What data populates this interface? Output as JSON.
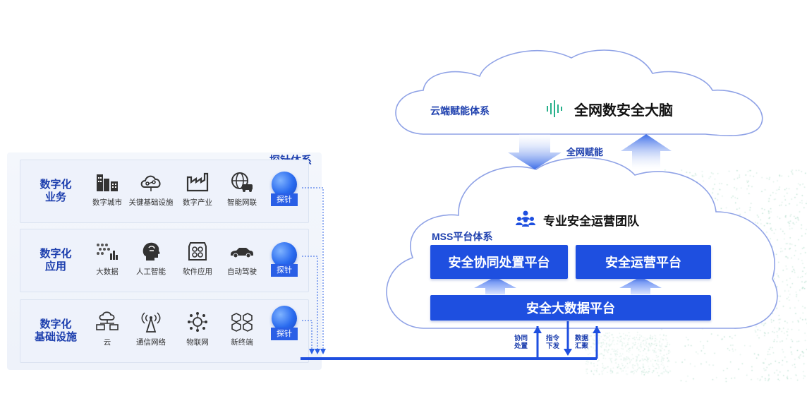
{
  "probe_system": {
    "title": "探针体系",
    "probe_tag": "探针"
  },
  "rows": [
    {
      "title": "数字化\n业务",
      "items": [
        {
          "label": "数字城市",
          "icon": "city-buildings-icon"
        },
        {
          "label": "关键基础设施",
          "icon": "cloud-network-icon"
        },
        {
          "label": "数字产业",
          "icon": "factory-icon"
        },
        {
          "label": "智能网联",
          "icon": "globe-car-icon"
        }
      ]
    },
    {
      "title": "数字化\n应用",
      "items": [
        {
          "label": "大数据",
          "icon": "big-data-icon"
        },
        {
          "label": "人工智能",
          "icon": "ai-head-icon"
        },
        {
          "label": "软件应用",
          "icon": "software-app-icon"
        },
        {
          "label": "自动驾驶",
          "icon": "car-icon"
        }
      ]
    },
    {
      "title": "数字化\n基础设施",
      "items": [
        {
          "label": "云",
          "icon": "cloud-computers-icon"
        },
        {
          "label": "通信网络",
          "icon": "signal-tower-icon"
        },
        {
          "label": "物联网",
          "icon": "iot-network-icon"
        },
        {
          "label": "新终端",
          "icon": "cubes-icon"
        }
      ]
    }
  ],
  "cloud_top": {
    "label": "云端赋能体系",
    "brain": "全网数安全大脑"
  },
  "empower_label": "全网赋能",
  "cloud_bottom": {
    "team": "专业安全运营团队",
    "mss_label": "MSS平台体系",
    "platform_left": "安全协同处置平台",
    "platform_right": "安全运营平台",
    "platform_bottom": "安全大数据平台"
  },
  "flow_labels": {
    "coordinate": "协同\n处置",
    "command": "指令\n下发",
    "collect": "数据\n汇聚"
  },
  "colors": {
    "primary_blue": "#1e4fe0",
    "title_blue": "#1d3fae",
    "cloud_outline": "#8fa2e6",
    "dots_green": "#7fc7a8"
  }
}
